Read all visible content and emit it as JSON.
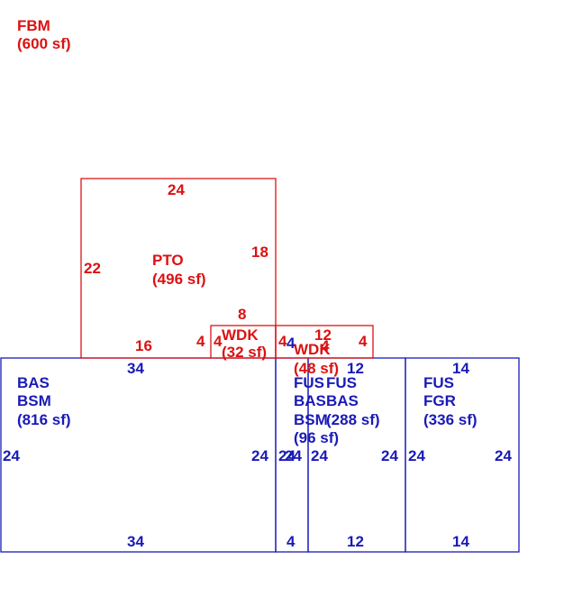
{
  "colors": {
    "red": "#dd1111",
    "blue": "#1a1ab8"
  },
  "fbm": {
    "code": "FBM",
    "area": "(600 sf)"
  },
  "pto": {
    "code": "PTO",
    "area": "(496 sf)",
    "dims": {
      "top": "24",
      "left": "22",
      "right": "18",
      "bottom": "16",
      "notch_h": "8",
      "notch_a": "4",
      "notch_b": "4"
    }
  },
  "wdk1": {
    "code": "WDK",
    "area": "(32 sf)",
    "dims": {
      "right": "4"
    }
  },
  "wdk2": {
    "code": "WDK",
    "area": "(48 sf)",
    "dims": {
      "top": "12",
      "right": "4",
      "mid": "4"
    }
  },
  "bas1": {
    "line1": "BAS",
    "line2": "BSM",
    "area": "(816 sf)",
    "dims": {
      "top": "34",
      "bottom": "34",
      "left": "24",
      "right": "24"
    }
  },
  "fus1": {
    "line1": "FUS",
    "line2": "BAS",
    "line3": "BSM",
    "area": "(96 sf)",
    "dims": {
      "top": "4",
      "bottom": "4",
      "left": "24",
      "right": "24"
    }
  },
  "fus2": {
    "line1": "FUS",
    "line2": "BAS",
    "area": "(288 sf)",
    "dims": {
      "top": "12",
      "bottom": "12",
      "left": "24",
      "right": "24"
    }
  },
  "fus3": {
    "line1": "FUS",
    "line2": "FGR",
    "area": "(336 sf)",
    "dims": {
      "top": "14",
      "bottom": "14",
      "left": "24",
      "right": "24"
    }
  }
}
